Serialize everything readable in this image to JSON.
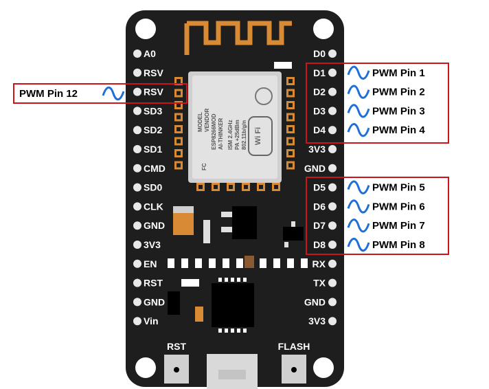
{
  "board": {
    "left_pins": [
      "A0",
      "RSV",
      "RSV",
      "SD3",
      "SD2",
      "SD1",
      "CMD",
      "SD0",
      "CLK",
      "GND",
      "3V3",
      "EN",
      "RST",
      "GND",
      "Vin"
    ],
    "right_pins": [
      "D0",
      "D1",
      "D2",
      "D3",
      "D4",
      "3V3",
      "GND",
      "D5",
      "D6",
      "D7",
      "D8",
      "RX",
      "TX",
      "GND",
      "3V3"
    ],
    "buttons": {
      "rst": "RST",
      "flash": "FLASH"
    },
    "module_text": {
      "fcc": "FC",
      "model": "MODEL",
      "model_value": "ESP8266MOD",
      "vendor": "VENDOR",
      "vendor_value": "AI-THINKER",
      "ism": "ISM 2.4GHz",
      "pa": "PA +25dBm",
      "wifi_std": "802.11b/g/n",
      "wifi": "Wi Fi"
    }
  },
  "pwm_left": {
    "label": "PWM Pin 12",
    "pin": "RSV"
  },
  "pwm_right_group1": [
    "PWM Pin 1",
    "PWM Pin 2",
    "PWM Pin 3",
    "PWM Pin 4"
  ],
  "pwm_right_group2": [
    "PWM Pin 5",
    "PWM Pin 6",
    "PWM Pin 7",
    "PWM Pin 8"
  ],
  "colors": {
    "board": "#1e1e1e",
    "antenna": "#d88a34",
    "highlight_box": "#d0121b",
    "wave": "#1e6fd8",
    "pin_dot": "#e8e8e8"
  }
}
